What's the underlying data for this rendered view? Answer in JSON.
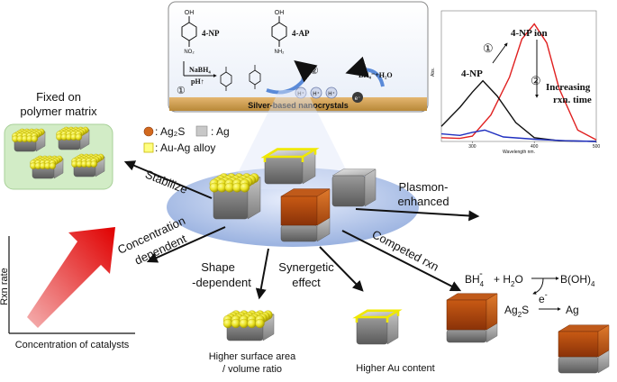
{
  "inset_top": {
    "np_label": "4-NP",
    "ap_label": "4-AP",
    "oh1": "OH",
    "oh2": "OH",
    "no2": "NO₂",
    "nh2": "NH₂",
    "nabh4": "NaBH₄",
    "ph": "pH↑",
    "step1": "①",
    "step2": "②",
    "bh4_h2o": "BH₄⁻+H₂O",
    "h_plus": "H⁺",
    "electron": "e⁻",
    "surface_label": "Silver-based nanocrystals"
  },
  "spectrum": {
    "title_np": "4-NP",
    "title_np_ion": "4-NP ion",
    "step1": "①",
    "step2": "②",
    "note_line1": "Increasing",
    "note_line2": "rxn. time",
    "ylabel": "Abs.",
    "xlabel": "Wavelength nm.",
    "xticks": [
      "300",
      "400",
      "500"
    ],
    "chart_data": {
      "type": "line",
      "xlabel": "Wavelength nm.",
      "ylabel": "Abs.",
      "xlim": [
        250,
        500
      ],
      "series": [
        {
          "color": "#e02020",
          "x": [
            250,
            280,
            300,
            330,
            360,
            380,
            400,
            420,
            440,
            470,
            500
          ],
          "y": [
            0.05,
            0.04,
            0.07,
            0.35,
            0.85,
            1.35,
            1.55,
            1.3,
            0.7,
            0.15,
            0.02
          ]
        },
        {
          "color": "#111111",
          "x": [
            250,
            280,
            300,
            317,
            340,
            370,
            400,
            440,
            500
          ],
          "y": [
            0.2,
            0.45,
            0.65,
            0.8,
            0.6,
            0.25,
            0.05,
            0.01,
            0.0
          ]
        },
        {
          "color": "#2030c0",
          "x": [
            250,
            280,
            300,
            320,
            350,
            400,
            450,
            500
          ],
          "y": [
            0.1,
            0.08,
            0.12,
            0.15,
            0.06,
            0.03,
            0.01,
            0.0
          ]
        }
      ]
    }
  },
  "legend": {
    "ag2s": ": Ag₂S",
    "ag": ": Ag",
    "auag": ": Au-Ag alloy",
    "colors": {
      "ag2s": "#d2691e",
      "ag": "#b0b0b0",
      "auag": "#f0e020"
    }
  },
  "labels": {
    "fixed_line1": "Fixed on",
    "fixed_line2": "polymer matrix",
    "stabilize": "Stabilize",
    "plasmon_line1": "Plasmon-",
    "plasmon_line2": "enhanced",
    "competed": "Competed rxn",
    "concentration_line1": "Concentration",
    "concentration_line2": "dependent",
    "shape_line1": "Shape",
    "shape_line2": "-dependent",
    "synergetic_line1": "Synergetic",
    "synergetic_line2": "effect",
    "higher_surface_line1": "Higher surface area",
    "higher_surface_line2": "/ volume ratio",
    "higher_au": "Higher Au content",
    "rxn_rate": "Rxn rate",
    "concentration_catalysts": "Concentration of catalysts"
  },
  "reaction": {
    "bh4": "BH",
    "bh4_sub": "4",
    "bh4_sup": "-",
    "plus_h2o": "+ H",
    "h2o_sub": "2",
    "h2o_o": "O",
    "boh4": "B(OH)",
    "boh4_sub": "4",
    "electron": "e",
    "electron_sup": "-",
    "ag2s": "Ag",
    "ag2s_sub": "2",
    "ag2s_s": "S",
    "ag": "Ag"
  }
}
